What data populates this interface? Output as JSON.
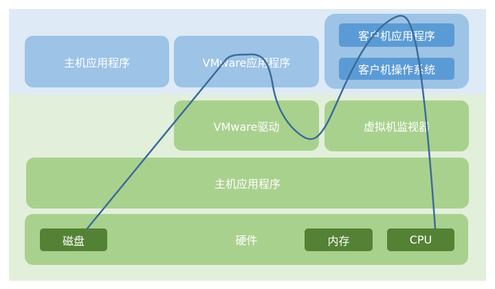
{
  "diagram": {
    "upper_layer": {
      "host_app": "主机应用程序",
      "vmware_app": "VMware应用程序",
      "guest": {
        "guest_app": "客户机应用程序",
        "guest_os": "客户机操作系统"
      }
    },
    "lower_layer": {
      "vmware_driver": "VMware驱动",
      "hypervisor": "虚拟机监视器",
      "host_app": "主机应用程序",
      "hardware": {
        "label": "硬件",
        "disk": "磁盘",
        "memory": "内存",
        "cpu": "CPU"
      }
    },
    "colors": {
      "user_band": "#deeaf6",
      "kernel_band": "#e2efda",
      "light_blue_box": "#9dc3e6",
      "mid_blue_box": "#5b9bd5",
      "green_box": "#a9d18e",
      "dark_green_box": "#548235",
      "path_line": "#3a6b9a"
    },
    "path": {
      "description": "flow line from 磁盘 through VMware应用程序, VMware驱动, 客户机 to CPU"
    }
  }
}
